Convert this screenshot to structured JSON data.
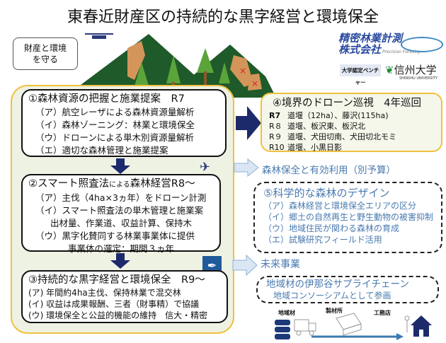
{
  "title": "東春近財産区の持続的な黒字経営と環境保全",
  "bubble": {
    "line1": "財産と環境",
    "line2": "を守る"
  },
  "logos": {
    "company_line1": "精密林業計測",
    "company_line2": "株式会社",
    "company_en1": "Precision",
    "company_en2": "Forestry",
    "venture_badge": "大学認定ベンチャー",
    "university": "信州大学",
    "university_en": "SHINSHU UNIVERSITY"
  },
  "box1": {
    "heading": "①森林資源の把握と施業提案　R7",
    "items": [
      "（ア）航空レーザによる森林資源量解析",
      "（イ）森林ゾーニング：林業と環境保全",
      "（ウ）ドローンによる単木別資源量解析",
      "（エ）適切な森林管理と施業提案"
    ]
  },
  "box2": {
    "heading_a": "②スマート照査法",
    "heading_small": "による",
    "heading_b": "森林経営R8～",
    "items": [
      "（ア）主伐（4ha×3ヵ年）をドローン計測",
      "（イ）スマート照査法の単木管理と施業案",
      "出材量、作業道、収益計算、保持木",
      "（ウ）黒字化賛同する林業事業体に提供",
      "事業体の選定：期間３ヵ年"
    ]
  },
  "box3": {
    "heading": "③持続的な黒字経営と環境保全　R9～",
    "items": [
      "(ア) 年間約4ha主伐、保持林業で混交林",
      "(イ) 収益は成果報酬、三者（財事精）で協議",
      "(ウ) 環境保全と公益的機能の維持　信大・精密"
    ]
  },
  "box4": {
    "heading": "④境界のドローン巡視　4年巡回",
    "rows": [
      {
        "year": "R7",
        "text": "道堰（12ha）、藤沢(115ha)"
      },
      {
        "year": "R８",
        "text": "道堰、板沢東、板沢北"
      },
      {
        "year": "R９",
        "text": "道堰、犬田切南、犬田切北モミ"
      },
      {
        "year": "R10",
        "text": "道堰、小黒日影"
      }
    ]
  },
  "forest_use": "森林保全と有効利用（別予算）",
  "box5": {
    "heading": "⑤科学的な森林のデザイン",
    "items": [
      "（ア）森林経営と環境保全エリアの区分",
      "（イ）郷土の自然再生と野生動物の被害抑制",
      "（ウ）地域住民が関わる森林の育成",
      "（エ）試験研究フィールド活用"
    ]
  },
  "future": "未来事業",
  "box6": {
    "heading": "地域材の伊那谷サプライチェーン",
    "sub": "地域コンソーシアムとして参画"
  },
  "supply": {
    "wood": "地域材",
    "sawmill": "製材所",
    "builder": "工務店"
  },
  "colors": {
    "navy": "#1c2a6b",
    "forest": "#1f5a2a",
    "accent_blue": "#4a7ab0",
    "border_yellow": "#f0c040"
  }
}
